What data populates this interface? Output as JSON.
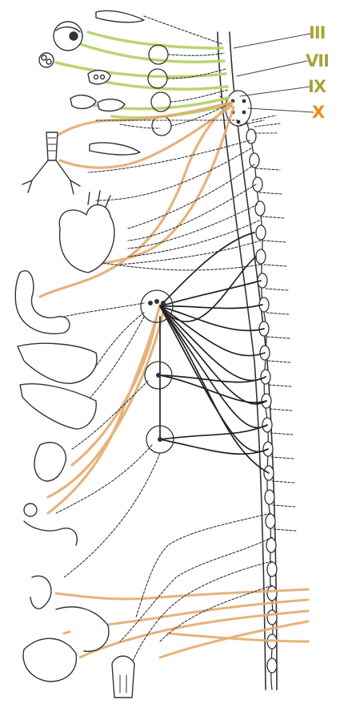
{
  "nerve_labels": [
    {
      "id": "III",
      "text": "III",
      "color": "#a8a33a"
    },
    {
      "id": "VII",
      "text": "VII",
      "color": "#a8a33a"
    },
    {
      "id": "IX",
      "text": "IX",
      "color": "#a8a33a"
    },
    {
      "id": "X",
      "text": "X",
      "color": "#f08a1c"
    }
  ],
  "colors": {
    "cranial_parasympathetic": "#b6d36a",
    "vagal_sacral": "#e3ab6f",
    "sympathetic": "#222222",
    "outline": "#333333",
    "background": "#ffffff"
  },
  "organs": [
    "lacrimal-gland-icon",
    "eye-icon",
    "nasal-gland-icon",
    "salivary-gland-icon",
    "parotid-gland-icon",
    "trachea-bronchi-icon",
    "esophagus-icon",
    "heart-icon",
    "stomach-icon",
    "liver-icon",
    "pancreas-icon",
    "kidney-icon",
    "small-intestine-icon",
    "colon-icon",
    "bladder-icon",
    "genitalia-icon"
  ]
}
